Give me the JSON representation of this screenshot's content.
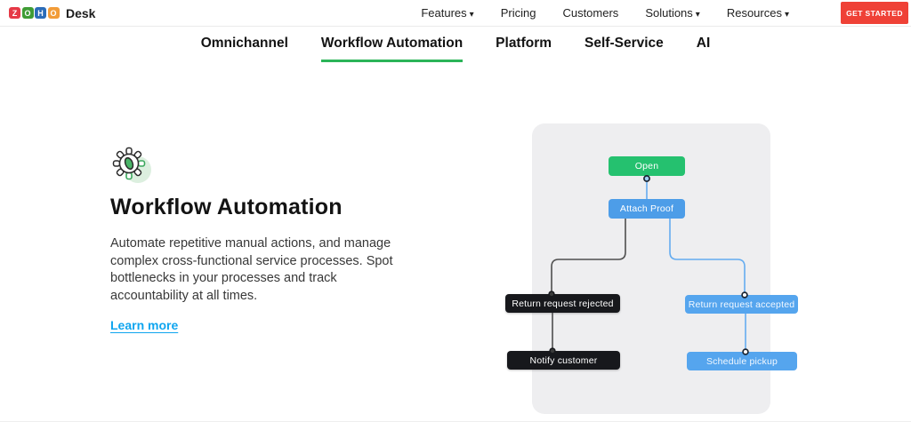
{
  "colors": {
    "cta_red": "#EF4136",
    "active_tab_underline_green": "#2BB458",
    "link_blue": "#0FA5EF",
    "node_green": "#25C16F",
    "node_blue": "#4D9DE8",
    "node_light_blue": "#55A5EE",
    "node_black": "#17181C",
    "panel_gray": "#EEEEF0"
  },
  "icons": {
    "caret_down": "▾"
  },
  "header": {
    "logo_letters": [
      "Z",
      "O",
      "H",
      "O"
    ],
    "product_name": "Desk",
    "nav_items": [
      {
        "label": "Features",
        "has_dropdown": true
      },
      {
        "label": "Pricing",
        "has_dropdown": false
      },
      {
        "label": "Customers",
        "has_dropdown": false
      },
      {
        "label": "Solutions",
        "has_dropdown": true
      },
      {
        "label": "Resources",
        "has_dropdown": true
      }
    ],
    "cta_label": "GET STARTED"
  },
  "subnav": {
    "items": [
      {
        "label": "Omnichannel",
        "active": false
      },
      {
        "label": "Workflow Automation",
        "active": true
      },
      {
        "label": "Platform",
        "active": false
      },
      {
        "label": "Self-Service",
        "active": false
      },
      {
        "label": "AI",
        "active": false
      }
    ]
  },
  "content": {
    "icon": "gear-icon",
    "title": "Workflow Automation",
    "description": "Automate repetitive manual actions, and manage complex cross-functional service processes. Spot bottlenecks in your processes and track accountability at all times.",
    "link_label": "Learn more"
  },
  "flowchart": {
    "nodes": [
      {
        "label": "Open",
        "color": "green"
      },
      {
        "label": "Attach Proof",
        "color": "blue"
      },
      {
        "label": "Return request rejected",
        "color": "black"
      },
      {
        "label": "Return request accepted",
        "color": "light_blue"
      },
      {
        "label": "Notify customer",
        "color": "black"
      },
      {
        "label": "Schedule pickup",
        "color": "light_blue"
      }
    ]
  }
}
